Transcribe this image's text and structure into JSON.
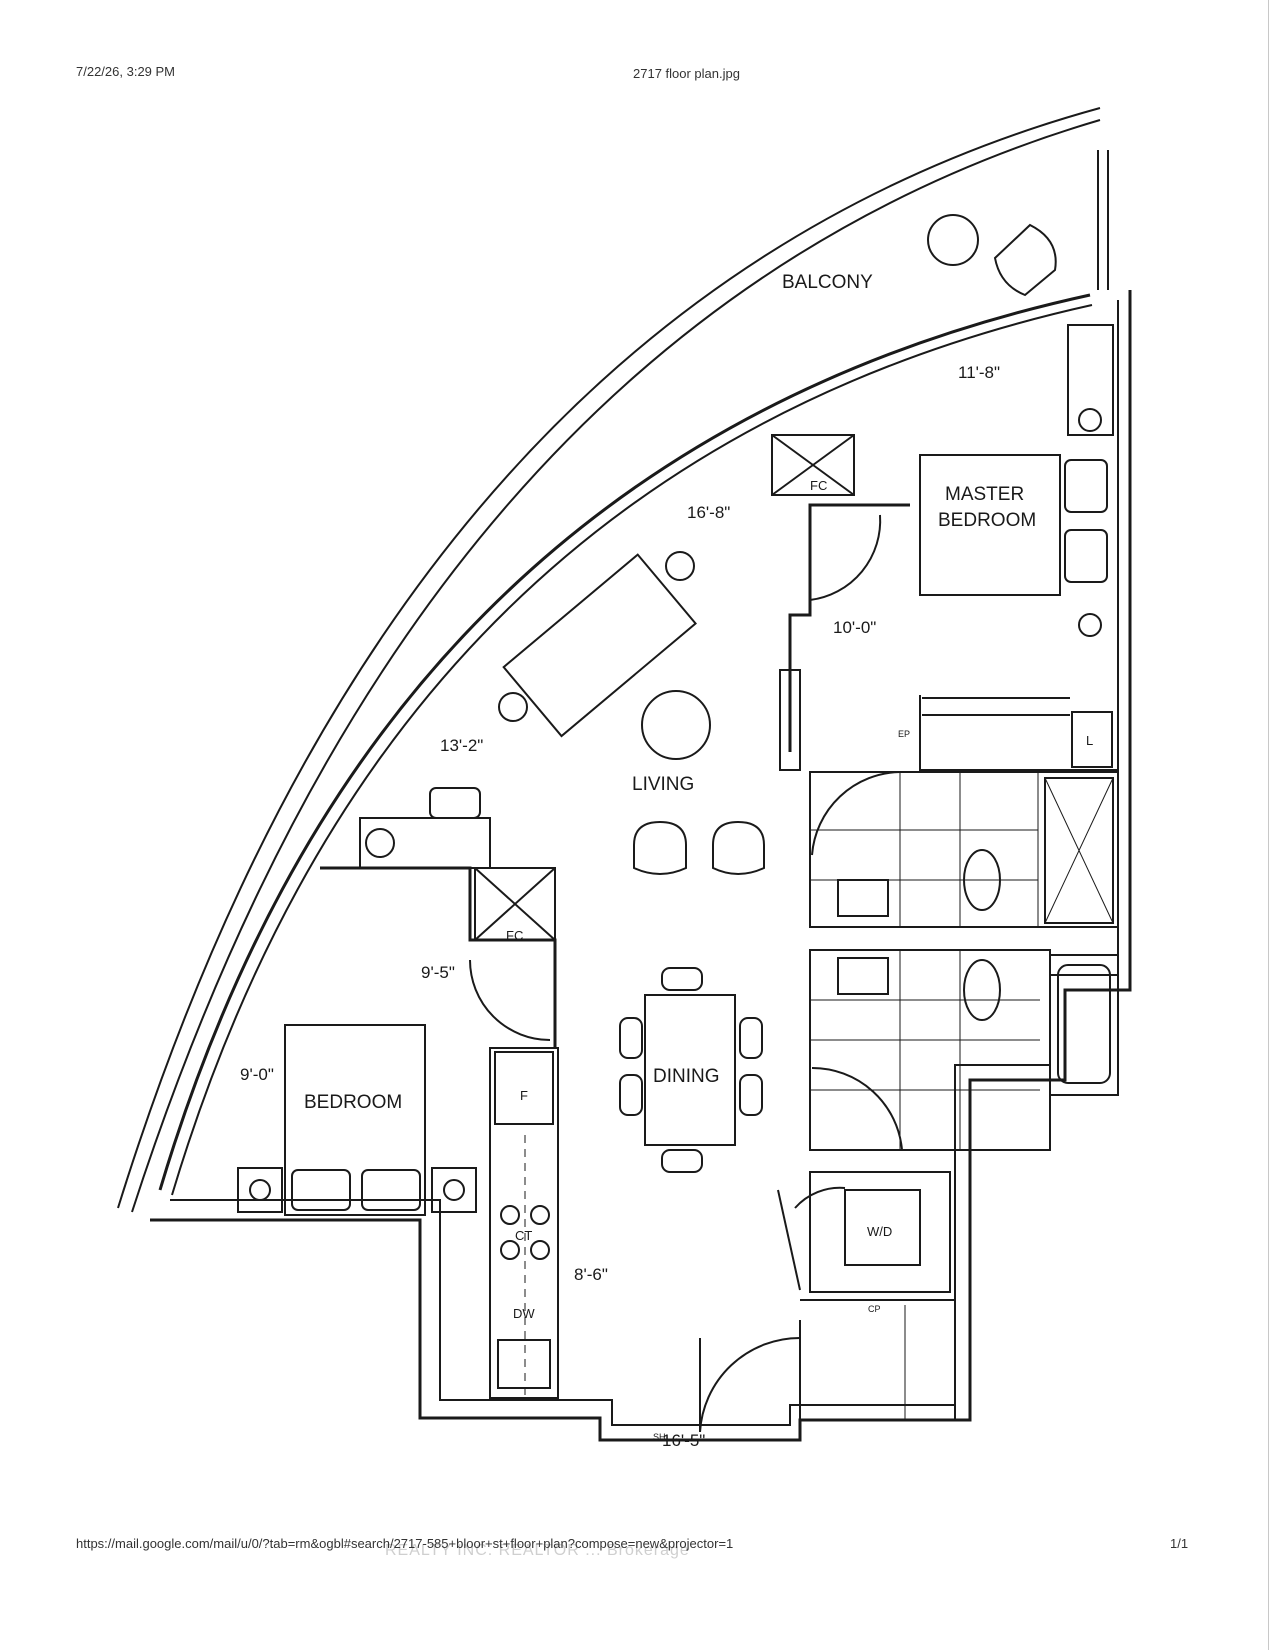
{
  "header": {
    "timestamp": "7/22/26, 3:29 PM",
    "file_title": "2717 floor plan.jpg"
  },
  "footer": {
    "url": "https://mail.google.com/mail/u/0/?tab=rm&ogbl#search/2717-585+bloor+st+floor+plan?compose=new&projector=1",
    "page": "1/1",
    "watermark": "REALTY INC. REALTOR ... Brokerage"
  },
  "rooms": {
    "balcony": "BALCONY",
    "master_bedroom_line1": "MASTER",
    "master_bedroom_line2": "BEDROOM",
    "living": "LIVING",
    "dining": "DINING",
    "bedroom": "BEDROOM",
    "washer_dryer": "W/D"
  },
  "dimensions": {
    "balcony_width": "11'-8\"",
    "living_width": "16'-8\"",
    "master_width": "10'-0\"",
    "living_depth": "13'-2\"",
    "bedroom_width": "9'-5\"",
    "bedroom_depth": "9'-0\"",
    "kitchen_length": "8'-6\"",
    "entry_width": "16'-5\""
  },
  "fixtures": {
    "fc": "FC",
    "fc2": "FC",
    "fridge": "F",
    "cooktop": "CT",
    "dishwasher": "DW",
    "linen": "L",
    "ep": "EP",
    "cp": "CP",
    "sh": "SH"
  }
}
